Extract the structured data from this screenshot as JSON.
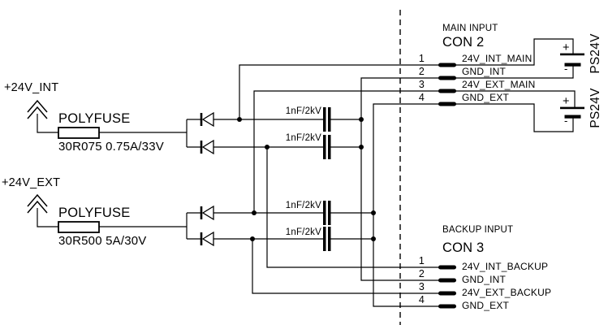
{
  "colors": {
    "ink": "#000000",
    "background": "#ffffff"
  },
  "rails": [
    {
      "net": "+24V_INT",
      "fuse_type": "POLYFUSE",
      "fuse_spec": "30R075 0.75A/33V"
    },
    {
      "net": "+24V_EXT",
      "fuse_type": "POLYFUSE",
      "fuse_spec": "30R500 5A/30V"
    }
  ],
  "capacitors": [
    {
      "value": "1nF/2kV"
    },
    {
      "value": "1nF/2kV"
    },
    {
      "value": "1nF/2kV"
    },
    {
      "value": "1nF/2kV"
    }
  ],
  "connectors": [
    {
      "section": "MAIN INPUT",
      "designator": "CON 2",
      "pins": [
        {
          "number": "1",
          "net": "24V_INT_MAIN"
        },
        {
          "number": "2",
          "net": "GND_INT"
        },
        {
          "number": "3",
          "net": "24V_EXT_MAIN"
        },
        {
          "number": "4",
          "net": "GND_EXT"
        }
      ]
    },
    {
      "section": "BACKUP INPUT",
      "designator": "CON 3",
      "pins": [
        {
          "number": "1",
          "net": "24V_INT_BACKUP"
        },
        {
          "number": "2",
          "net": "GND_INT"
        },
        {
          "number": "3",
          "net": "24V_EXT_BACKUP"
        },
        {
          "number": "4",
          "net": "GND_EXT"
        }
      ]
    }
  ],
  "batteries": [
    {
      "designator": "PS24V",
      "positive": "+",
      "negative": "-"
    },
    {
      "designator": "PS24V",
      "positive": "+",
      "negative": "-"
    }
  ]
}
